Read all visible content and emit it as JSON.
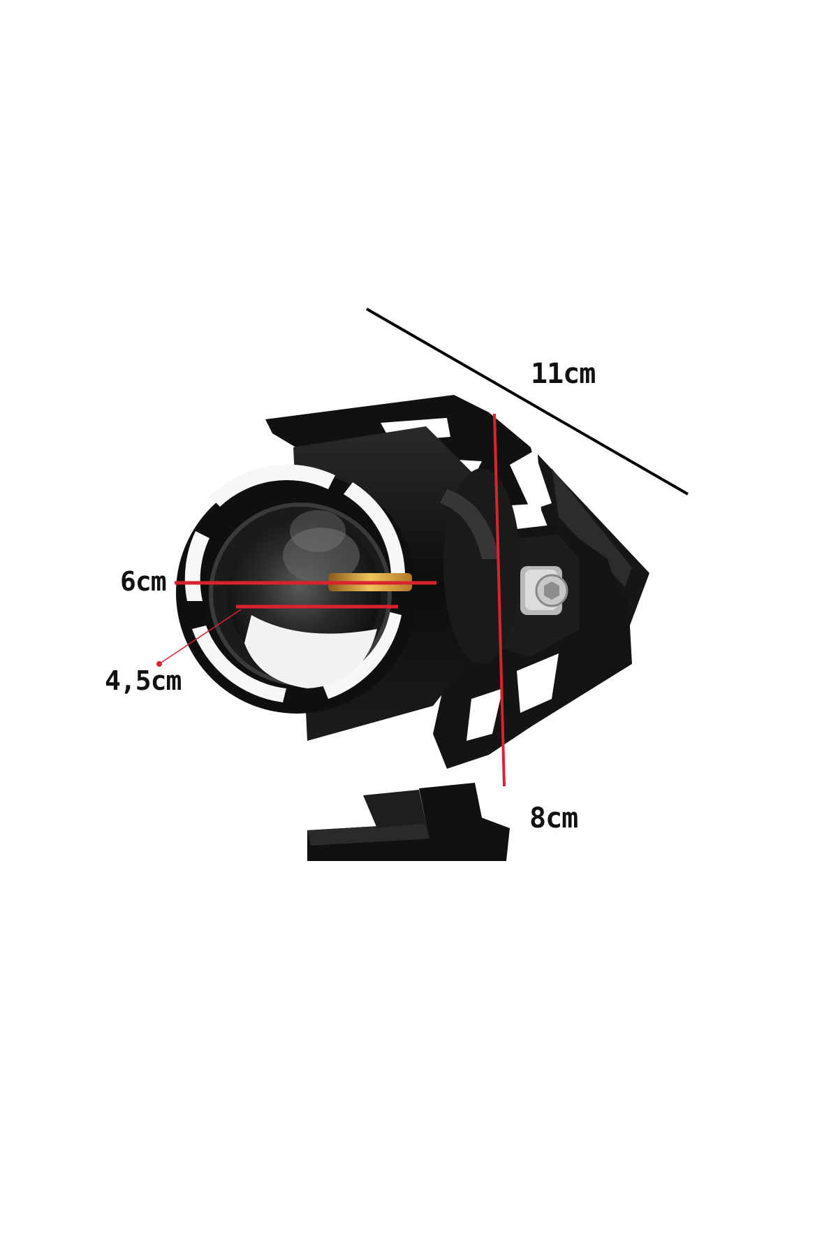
{
  "image": {
    "subject": "motorcycle-led-projector-spotlight-icon",
    "background_color": "#ffffff"
  },
  "dimensions": {
    "length_label": "11cm",
    "outer_lens_label": "6cm",
    "inner_lens_label": "4,5cm",
    "height_label": "8cm"
  },
  "colors": {
    "housing": "#141414",
    "halo_ring": "#f7f7f7",
    "measure_line_red": "#d9232e",
    "measure_line_black": "#000000",
    "lens_warm": "#e9b24a"
  }
}
